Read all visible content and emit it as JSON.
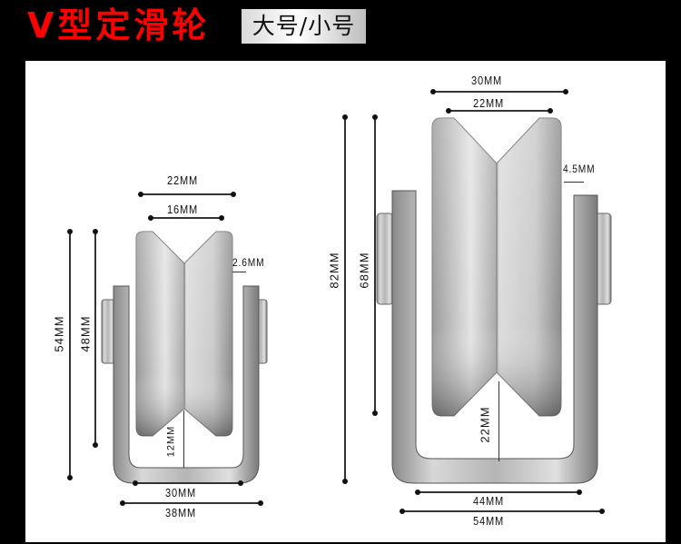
{
  "header": {
    "title": "V型定滑轮",
    "badge": "大号/小号",
    "title_color": "#ff0000"
  },
  "small_pulley": {
    "top_outer_width": "22MM",
    "top_inner_width": "16MM",
    "flange_thickness": "2.6MM",
    "total_height": "54MM",
    "wheel_height": "48MM",
    "groove_clearance": "12MM",
    "bracket_inner_width": "30MM",
    "bracket_outer_width": "38MM"
  },
  "large_pulley": {
    "top_outer_width": "30MM",
    "top_inner_width": "22MM",
    "flange_thickness": "4.5MM",
    "total_height": "82MM",
    "wheel_height": "68MM",
    "groove_clearance": "22MM",
    "bracket_inner_width": "44MM",
    "bracket_outer_width": "54MM"
  }
}
